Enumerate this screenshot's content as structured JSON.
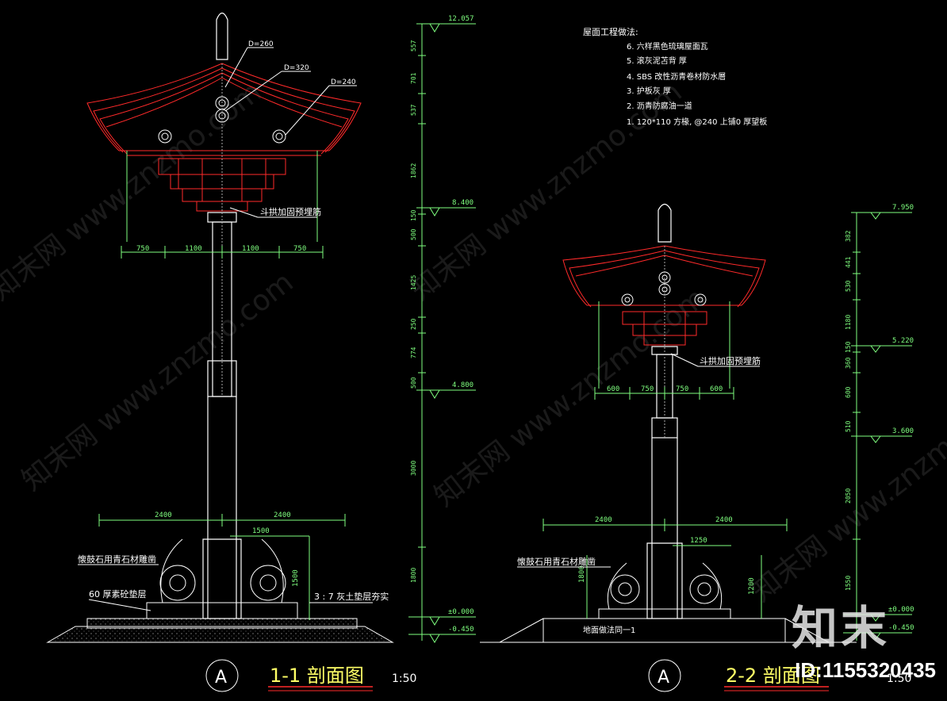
{
  "watermark": {
    "text": "知末网 www.znzmo.com",
    "brand": "知末",
    "id_label": "ID:1155320435"
  },
  "section1": {
    "title": "1-1 剖面图",
    "scale": "1:50",
    "grid_symbol": "A",
    "labels": {
      "d260": "D=260",
      "d320": "D=320",
      "d240": "D=240",
      "bracket_bar": "斗拱加固预埋筋",
      "drum_stone": "懐鼓石用青石材雕凿",
      "cushion": "60 厚素砼垫层",
      "lime_soil": "3 : 7 灰土垫层夯实"
    },
    "dims_top": [
      "750",
      "1100",
      "1100",
      "750"
    ],
    "dims_base": [
      "2400",
      "2400"
    ],
    "dim_1500": "1500",
    "dim_1500_v": "1500"
  },
  "section2": {
    "title": "2-2 剖面图",
    "scale": "1:50",
    "grid_symbol": "A",
    "labels": {
      "bracket_bar": "斗拱加固预埋筋",
      "drum_stone": "懐鼓石用青石材雕凿",
      "ground_note": "地面做法同一1"
    },
    "dims_top": [
      "600",
      "750",
      "750",
      "600"
    ],
    "dims_base": [
      "2400",
      "2400"
    ],
    "dim_1250": "1250",
    "dim_1200_v": "1200",
    "dim_1800_v": "1800"
  },
  "elev1": {
    "levels": [
      "12.057",
      "8.400",
      "4.800",
      "±0.000",
      "-0.450"
    ],
    "segments": [
      "557",
      "701",
      "537",
      "1862",
      "150",
      "500",
      "1425",
      "250",
      "774",
      "500",
      "3000",
      "1800"
    ]
  },
  "elev2": {
    "levels": [
      "7.950",
      "5.220",
      "3.600",
      "±0.000",
      "-0.450"
    ],
    "segments": [
      "382",
      "441",
      "530",
      "1180",
      "150",
      "360",
      "600",
      "510",
      "2050",
      "1550"
    ]
  },
  "roof_notes": {
    "title": "屋面工程做法:",
    "items": [
      "6. 六样黑色琉璃屋面瓦",
      "5. 滚灰泥苫背  厚",
      "4. SBS  改性沥青卷材防水層",
      "3. 护板灰  厚",
      "2. 沥青防腐油一道",
      "1. 120*110    方椽, @240  上铺0  厚望板"
    ]
  }
}
